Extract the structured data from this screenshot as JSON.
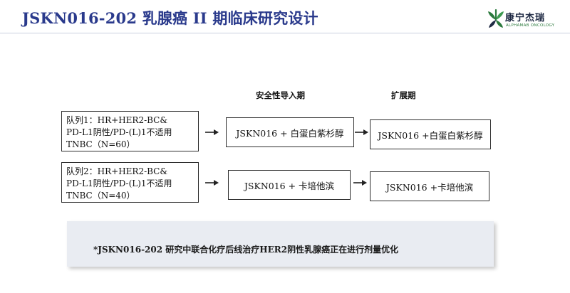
{
  "header": {
    "title": "JSKN016-202 乳腺癌 II 期临床研究设计",
    "logo_cn": "康宁杰瑞",
    "logo_en": "ALPHAMAB ONCOLOGY"
  },
  "columns": {
    "safety_lead_in": "安全性导入期",
    "expansion": "扩展期"
  },
  "cohorts": [
    {
      "line1": "队列1：HR+HER2-BC&",
      "line2": "PD-L1阴性/PD-(L)1不适用",
      "line3": "TNBC（N=60）",
      "safety_regimen": "JSKN016 + 白蛋白紫杉醇",
      "expansion_regimen": "JSKN016 +白蛋白紫杉醇"
    },
    {
      "line1": "队列2：HR+HER2-BC&",
      "line2": "PD-L1阴性/PD-(L)1不适用",
      "line3": "TNBC（N=40）",
      "safety_regimen": "JSKN016 + 卡培他滨",
      "expansion_regimen": "JSKN016 +卡培他滨"
    }
  ],
  "footnote": "*JSKN016-202 研究中联合化疗后线治疗HER2阴性乳腺癌正在进行剂量优化",
  "colors": {
    "title": "#2a3a8c",
    "logo_green": "#2b7a3d",
    "note_background": "#e9ecf2"
  },
  "icons": [
    "alphamab-logo-icon",
    "arrow-right-icon"
  ]
}
